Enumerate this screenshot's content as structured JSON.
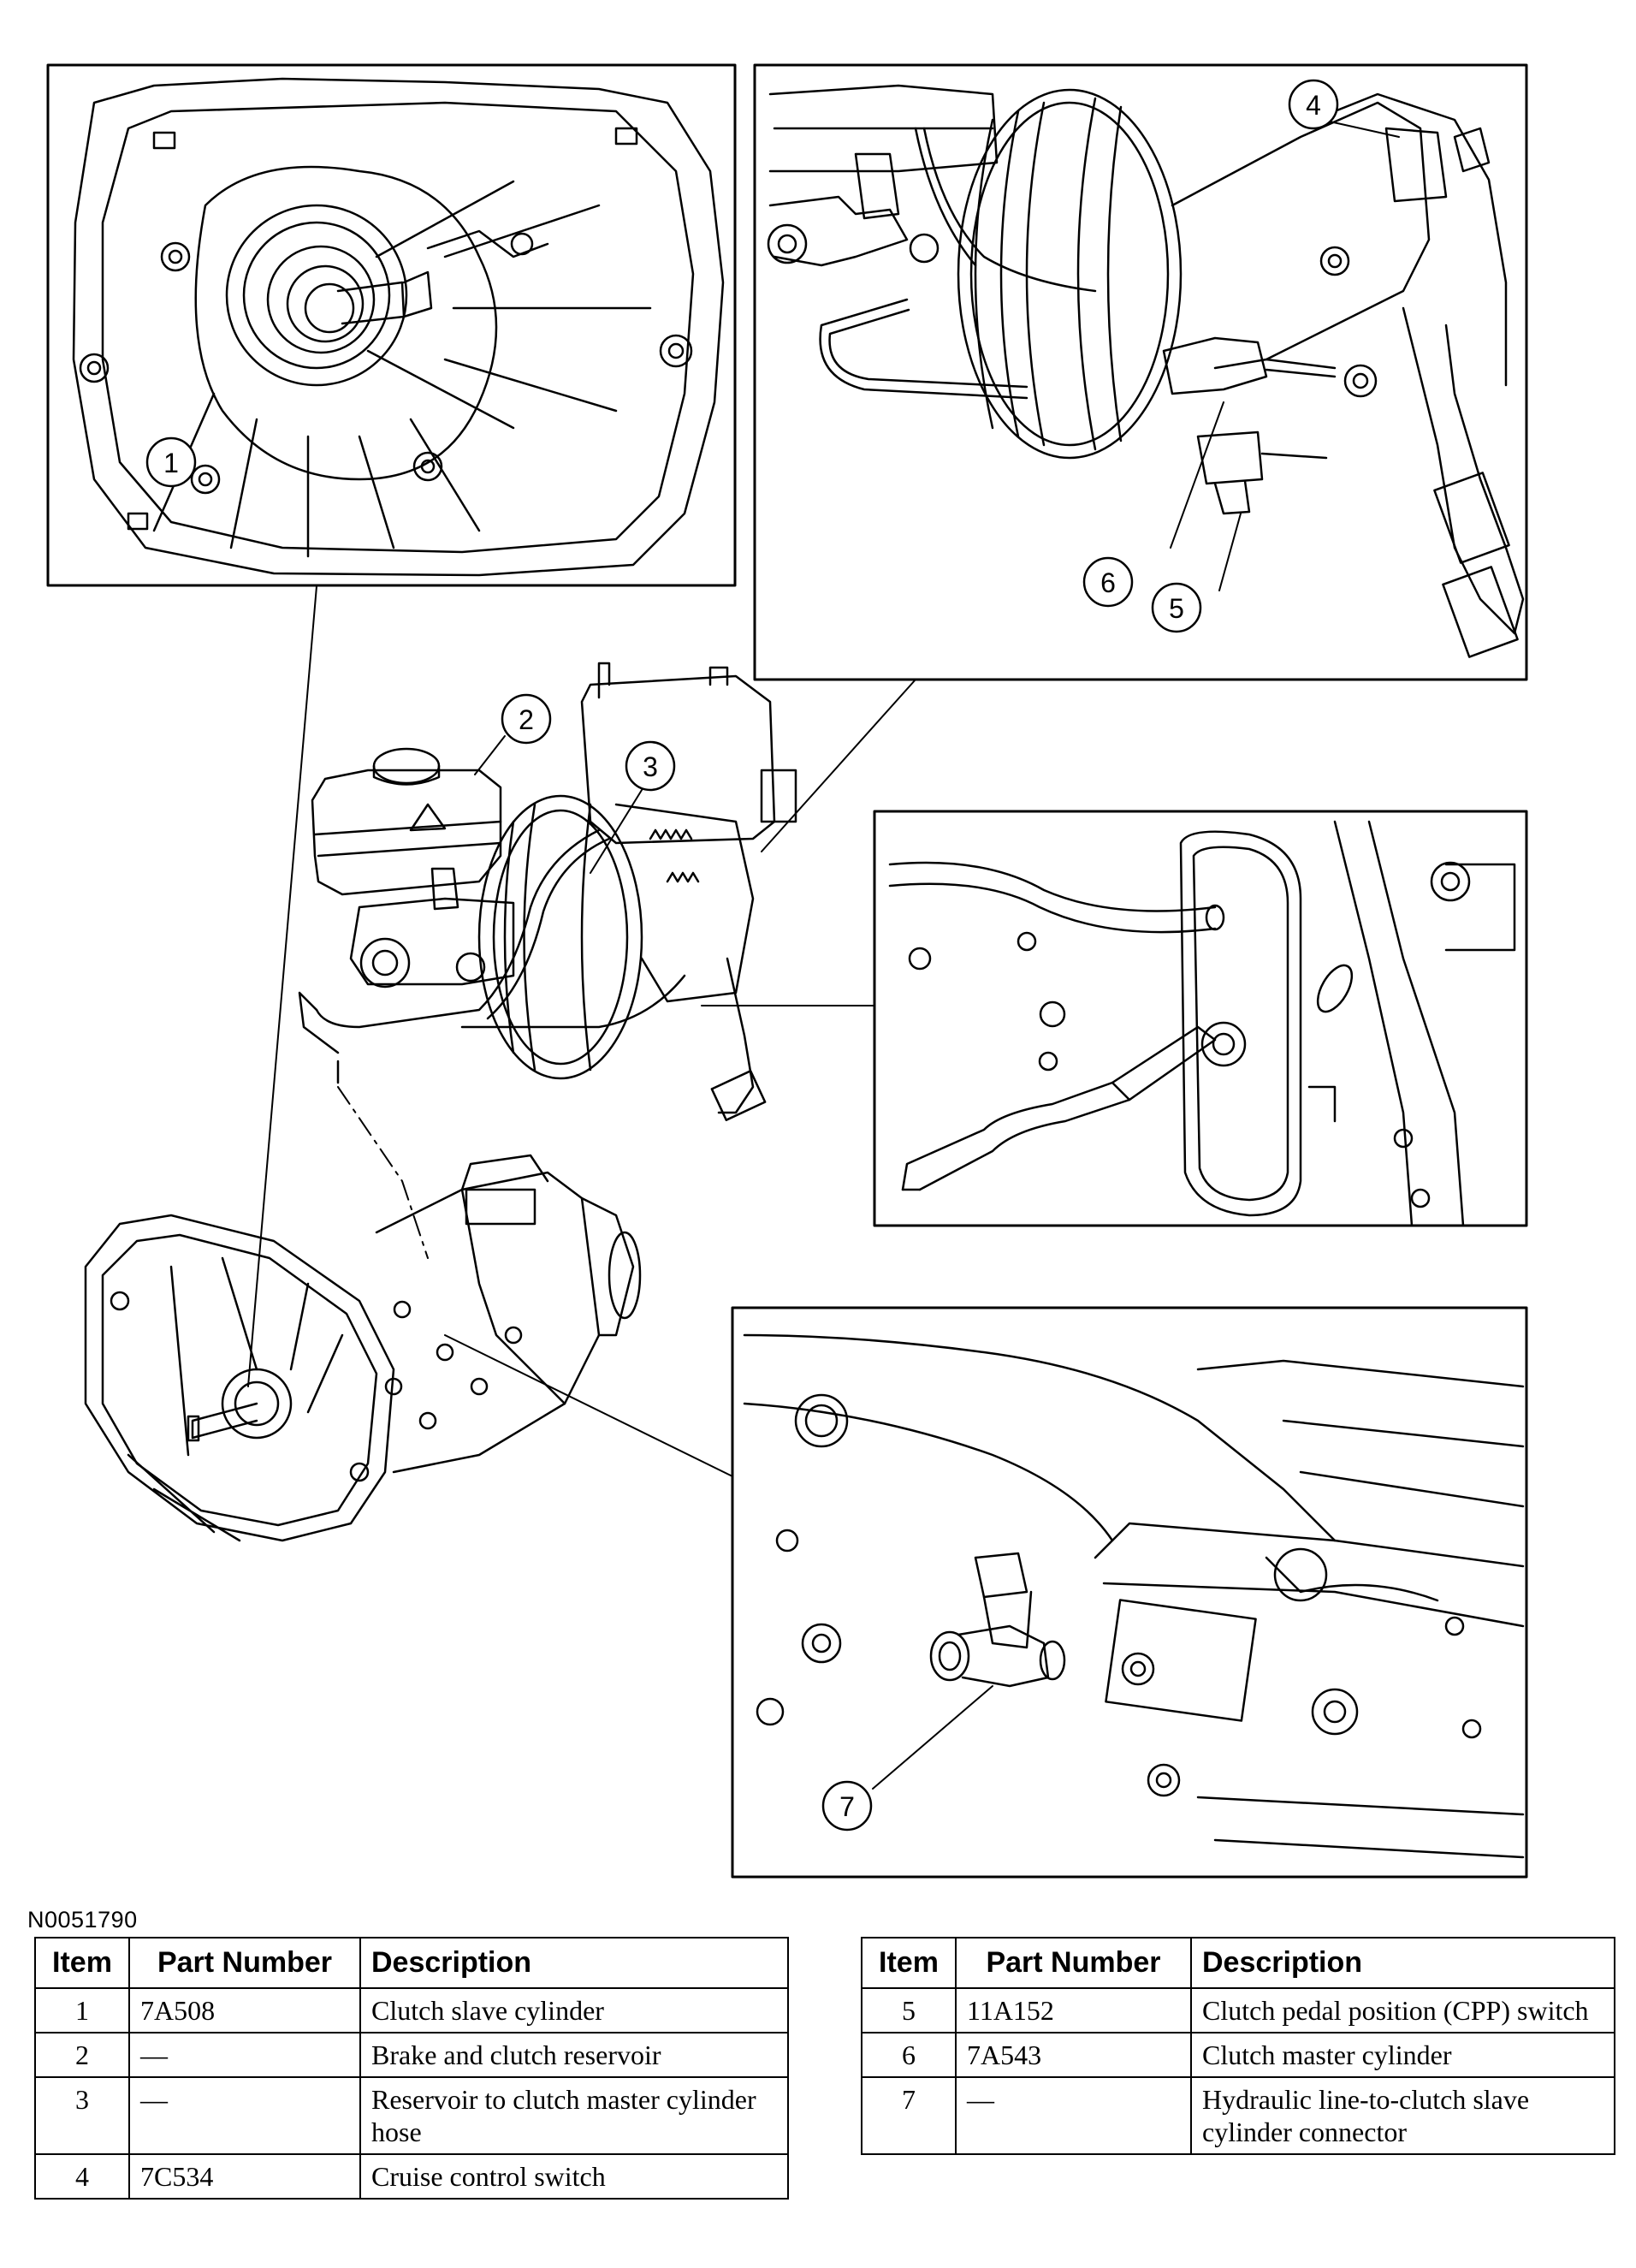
{
  "figure_id": "N0051790",
  "callouts": [
    "1",
    "2",
    "3",
    "4",
    "5",
    "6",
    "7"
  ],
  "tables": [
    {
      "headers": [
        "Item",
        "Part Number",
        "Description"
      ],
      "rows": [
        {
          "item": "1",
          "part": "7A508",
          "desc": "Clutch slave cylinder"
        },
        {
          "item": "2",
          "part": "—",
          "desc": "Brake and clutch reservoir"
        },
        {
          "item": "3",
          "part": "—",
          "desc": "Reservoir to clutch master cylinder hose"
        },
        {
          "item": "4",
          "part": "7C534",
          "desc": "Cruise control switch"
        }
      ]
    },
    {
      "headers": [
        "Item",
        "Part Number",
        "Description"
      ],
      "rows": [
        {
          "item": "5",
          "part": "11A152",
          "desc": "Clutch pedal position (CPP) switch"
        },
        {
          "item": "6",
          "part": "7A543",
          "desc": "Clutch master cylinder"
        },
        {
          "item": "7",
          "part": "—",
          "desc": "Hydraulic line-to-clutch slave cylinder connector"
        }
      ]
    }
  ]
}
